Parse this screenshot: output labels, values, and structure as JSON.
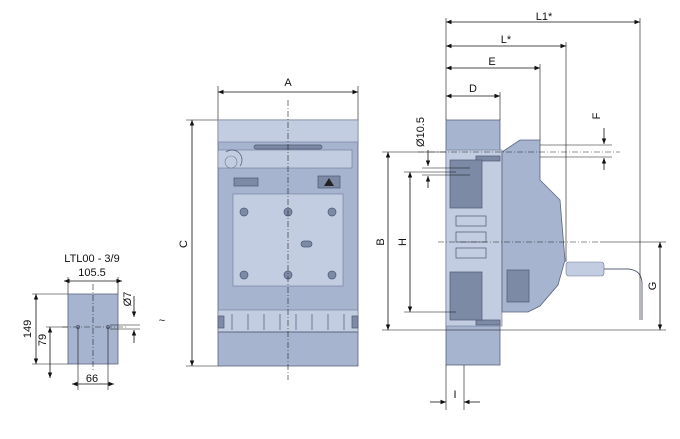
{
  "drawing": {
    "left_view": {
      "title": "LTL00 - 3/9",
      "width_label": "105.5",
      "height_label": "149",
      "mid_height_label": "79",
      "hole_label": "Ø7",
      "hole_spacing_label": "66"
    },
    "front_view": {
      "width_label": "A",
      "height_label": "C",
      "side_mark": "~"
    },
    "side_view": {
      "dim_L1": "L1*",
      "dim_L": "L*",
      "dim_E": "E",
      "dim_D": "D",
      "dim_F": "F",
      "dim_B": "B",
      "dim_H": "H",
      "dim_G": "G",
      "dim_I": "I",
      "hole_label": "Ø10.5"
    }
  }
}
